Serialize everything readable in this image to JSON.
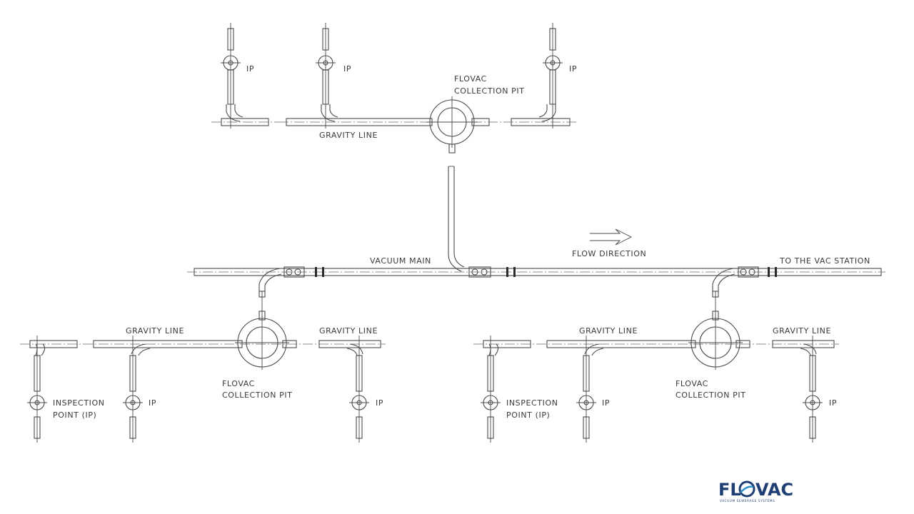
{
  "labels": {
    "ip": "IP",
    "inspection_line1": "INSPECTION",
    "inspection_line2": "POINT (IP)",
    "pit_line1": "FLOVAC",
    "pit_line2": "COLLECTION PIT",
    "gravity_line": "GRAVITY LINE",
    "vacuum_main": "VACUUM MAIN",
    "flow_direction": "FLOW DIRECTION",
    "to_vac_station": "TO THE VAC STATION"
  },
  "logo": {
    "text_left": "FL",
    "text_right": "VAC",
    "tagline": "VACUUM SEWERAGE SYSTEMS",
    "color": "#1f3f74",
    "accent": "#2f8fc8"
  }
}
